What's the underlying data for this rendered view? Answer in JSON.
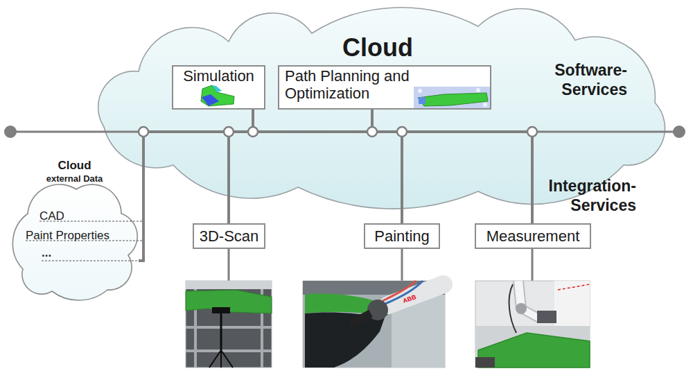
{
  "diagram": {
    "nodes": [
      {
        "text": [
          "Cloud"
        ]
      },
      {
        "text": [
          "Simulation"
        ],
        "in": 0
      },
      {
        "text": [
          "Path Planning and Optimization"
        ],
        "in": 0
      },
      {
        "text": [
          "Cloud",
          "external Data",
          "CAD",
          "Paint Properties",
          "..."
        ]
      },
      {
        "text": [
          "3D-Scan"
        ]
      },
      {
        "text": [
          "Painting"
        ]
      },
      {
        "text": [
          "Measurement"
        ]
      }
    ],
    "edges": [
      {
        "from": 1,
        "to": 2,
        "arrow": "none"
      },
      {
        "from": 1,
        "to": 3,
        "arrow": "none"
      },
      {
        "from": 1,
        "to": 4,
        "arrow": "none"
      },
      {
        "from": 1,
        "to": 5,
        "arrow": "none"
      },
      {
        "from": 1,
        "to": 6,
        "arrow": "none"
      },
      {
        "from": 2,
        "to": 3,
        "arrow": "none"
      },
      {
        "from": 2,
        "to": 4,
        "arrow": "none"
      },
      {
        "from": 2,
        "to": 5,
        "arrow": "none"
      },
      {
        "from": 2,
        "to": 6,
        "arrow": "none"
      },
      {
        "from": 3,
        "to": 4,
        "arrow": "none"
      },
      {
        "from": 3,
        "to": 5,
        "arrow": "none"
      },
      {
        "from": 3,
        "to": 6,
        "arrow": "none"
      },
      {
        "from": 4,
        "to": 5,
        "arrow": "none"
      },
      {
        "from": 4,
        "to": 6,
        "arrow": "none"
      },
      {
        "from": 5,
        "to": 6,
        "arrow": "none"
      }
    ],
    "labels": [
      "Software- Services",
      "Integration- Services",
      "ABB"
    ]
  }
}
